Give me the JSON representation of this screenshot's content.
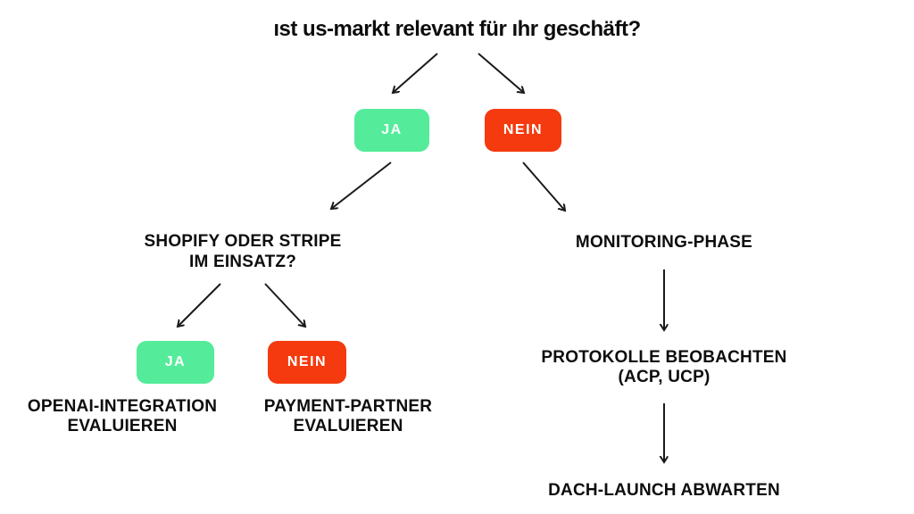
{
  "title": "ıst us-markt relevant für ıhr geschäft?",
  "colors": {
    "yes": "#54EC9A",
    "no": "#F43A0E",
    "text": "#0D0D0D",
    "arrow": "#1A1A1A",
    "background": "#FFFFFF",
    "button_text": "#FFFFFF"
  },
  "nodes": {
    "level1_yes": "JA",
    "level1_no": "NEIN",
    "shopify_question": "SHOPIFY ODER STRIPE\nIM EINSATZ?",
    "monitoring": "MONITORING-PHASE",
    "level2_yes": "JA",
    "level2_no": "NEIN",
    "openai_outcome": "OPENAI-INTEGRATION\nEVALUIEREN",
    "payment_outcome": "PAYMENT-PARTNER\nEVALUIEREN",
    "protokolle_outcome": "PROTOKOLLE BEOBACHTEN\n(ACP, UCP)",
    "dach_outcome": "DACH-LAUNCH ABWARTEN"
  }
}
